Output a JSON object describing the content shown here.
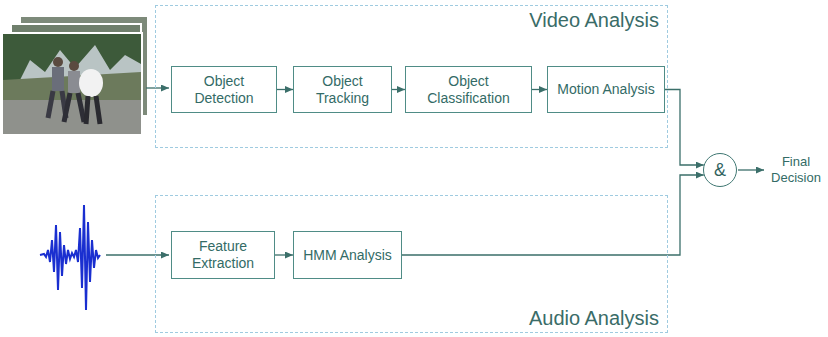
{
  "diagram": {
    "nodes": [
      {
        "text": [
          "Video Analysis"
        ]
      },
      {
        "text": [
          "Object Detection"
        ],
        "in": 0
      },
      {
        "text": [
          "Object Tracking"
        ],
        "in": 0
      },
      {
        "text": [
          "Object Classification"
        ],
        "in": 0
      },
      {
        "text": [
          "Motion Analysis"
        ],
        "in": 0
      },
      {
        "text": [
          "Audio Analysis"
        ]
      },
      {
        "text": [
          "Feature Extraction"
        ],
        "in": 5
      },
      {
        "text": [
          "HMM Analysis"
        ],
        "in": 5
      },
      {
        "text": [
          "&"
        ]
      }
    ],
    "edges": [
      {
        "from": 1,
        "to": 2,
        "arrow": "to"
      },
      {
        "from": 2,
        "to": 3,
        "arrow": "to"
      },
      {
        "from": 3,
        "to": 4,
        "arrow": "to"
      },
      {
        "from": 4,
        "to": 8,
        "arrow": "to"
      },
      {
        "from": 6,
        "to": 7,
        "arrow": "to"
      },
      {
        "from": 7,
        "to": 8,
        "arrow": "to"
      }
    ],
    "labels": [
      "Final Decision"
    ]
  }
}
